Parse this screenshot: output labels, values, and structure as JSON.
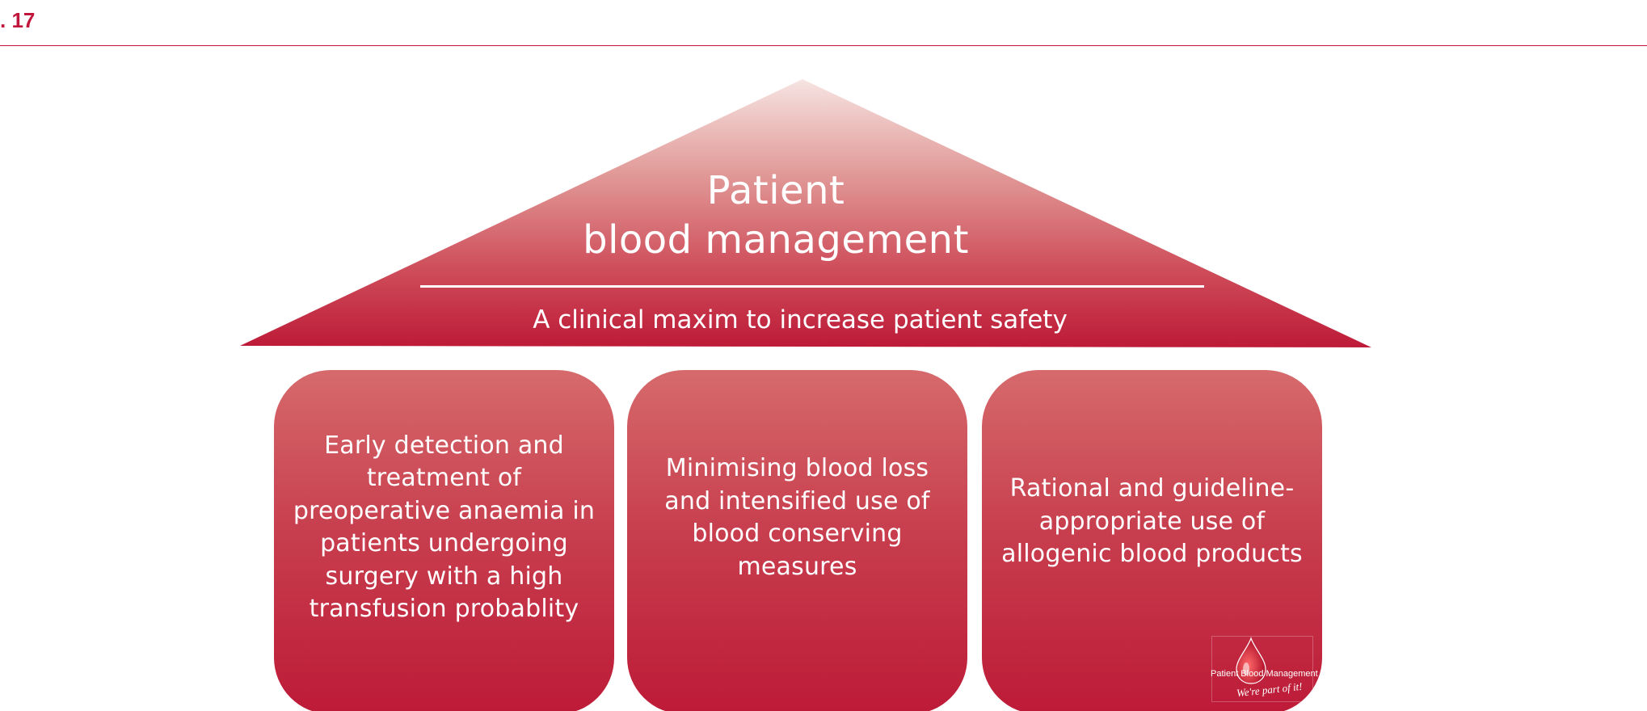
{
  "figure_label": ". 17",
  "roof": {
    "title_line1": "Patient",
    "title_line2": "blood management",
    "subtitle": "A clinical maxim to increase patient safety"
  },
  "pillars": [
    {
      "text": "Early detection and treatment of preoperative anaemia in patients undergoing surgery with a high transfusion probablity"
    },
    {
      "text": "Minimising blood loss and intensified use of blood conserving measures"
    },
    {
      "text": "Rational and guideline-appropriate use of allogenic blood products"
    }
  ],
  "logo": {
    "name": "Patient Blood Management",
    "tagline": "We're part of it!"
  },
  "colors": {
    "accent": "#c0163b",
    "roof_top": "#f6e4e2",
    "roof_bottom": "#bd1a37",
    "pillar_top": "#d66a6c",
    "pillar_bottom": "#bd1a37",
    "text_on_red": "#ffffff"
  },
  "icons": {
    "logo_mark": "blood-drop-icon"
  }
}
